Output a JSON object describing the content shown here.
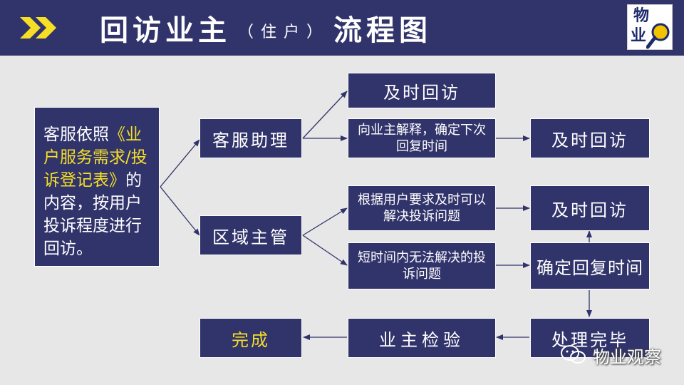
{
  "header": {
    "title_main": "回访业主",
    "title_sub": "（住户）",
    "title_end": "流程图",
    "logo_line1": "物",
    "logo_line2": "业"
  },
  "intro": {
    "prefix": "客服依照",
    "highlight": "《业户服务需求/投诉登记表》",
    "suffix": "的内容，按用户投诉程度进行回访。"
  },
  "nodes": {
    "cs_assistant": "客服助理",
    "area_manager": "区域主管",
    "timely_followup_top": "及时回访",
    "explain_to_owner": "向业主解释，确定下次回复时间",
    "timely_followup_mid": "及时回访",
    "resolvable_now": "根据用户要求及时可以解决投诉问题",
    "timely_followup_right": "及时回访",
    "not_resolvable_short": "短时间内无法解决的投诉问题",
    "confirm_reply_time": "确定回复时间",
    "processing_done": "处理完毕",
    "owner_inspection": "业主检验",
    "complete": "完成"
  },
  "watermark": {
    "text": "物业观察"
  },
  "colors": {
    "box_fill": "#31336b",
    "highlight_text": "#f6df26",
    "arrow": "#31336b",
    "background": "#e7e7e7"
  }
}
